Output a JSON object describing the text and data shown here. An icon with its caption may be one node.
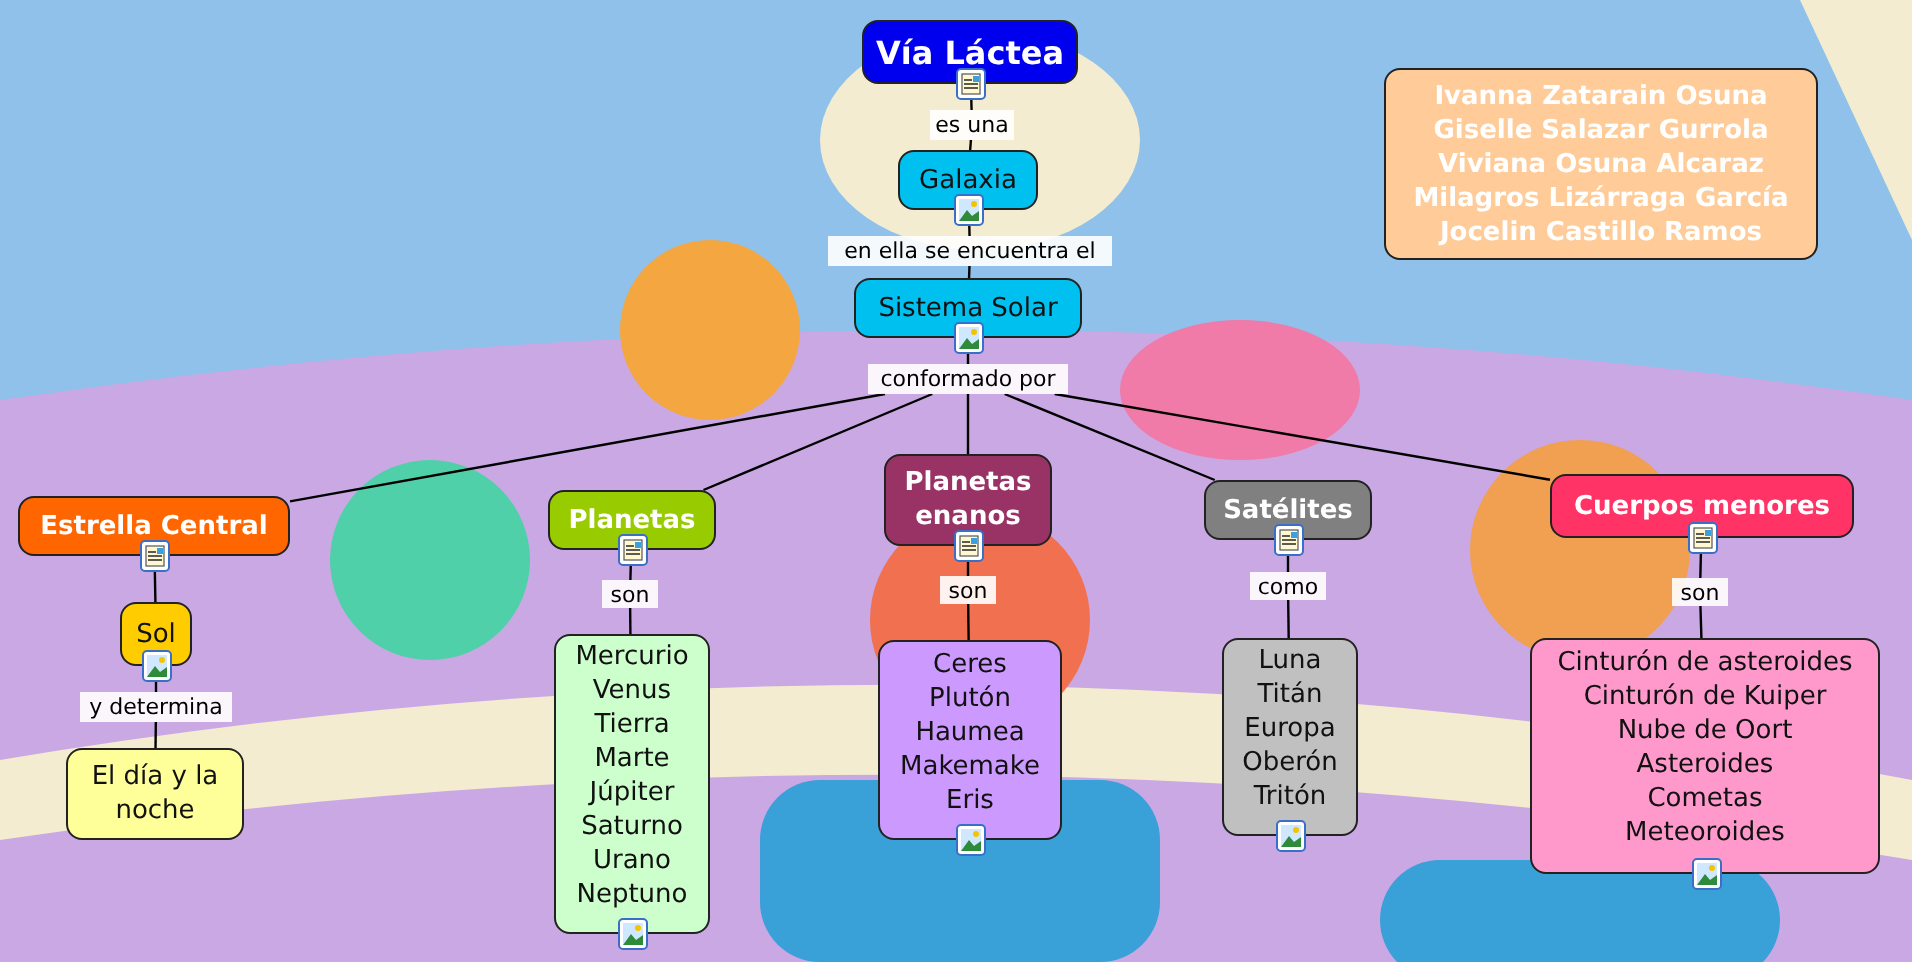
{
  "diagram": {
    "nodes": [
      {
        "text": [
          "Vía Láctea"
        ]
      },
      {
        "text": [
          "es una"
        ]
      },
      {
        "text": [
          "Galaxia"
        ]
      },
      {
        "text": [
          "en ella se encuentra el"
        ]
      },
      {
        "text": [
          "Sistema Solar"
        ]
      },
      {
        "text": [
          "conformado por"
        ]
      },
      {
        "text": [
          "Estrella Central"
        ]
      },
      {
        "text": [
          "Planetas"
        ]
      },
      {
        "text": [
          "Planetas enanos"
        ]
      },
      {
        "text": [
          "Satélites"
        ]
      },
      {
        "text": [
          "Cuerpos menores"
        ]
      },
      {
        "text": [
          "Sol"
        ]
      },
      {
        "text": [
          "y determina"
        ]
      },
      {
        "text": [
          "El día y la noche"
        ]
      },
      {
        "text": [
          "son"
        ]
      },
      {
        "text": [
          "Mercurio",
          "Venus",
          "Tierra",
          "Marte",
          "Júpiter",
          "Saturno",
          "Urano",
          "Neptuno"
        ]
      },
      {
        "text": [
          "son"
        ]
      },
      {
        "text": [
          "Ceres",
          "Plutón",
          "Haumea",
          "Makemake",
          "Eris"
        ]
      },
      {
        "text": [
          "como"
        ]
      },
      {
        "text": [
          "Luna",
          "Titán",
          "Europa",
          "Oberón",
          "Tritón"
        ]
      },
      {
        "text": [
          "son"
        ]
      },
      {
        "text": [
          "Cinturón de asteroides",
          "Cinturón de Kuiper",
          "Nube de Oort",
          "Asteroides",
          "Cometas",
          "Meteoroides"
        ]
      },
      {
        "text": [
          "Ivanna Zatarain Osuna",
          "Giselle Salazar Gurrola",
          "Viviana Osuna Alcaraz",
          "Milagros Lizárraga García",
          "Jocelin Castillo Ramos"
        ]
      }
    ],
    "edges": [
      {
        "from": 0,
        "to": 1,
        "arrow": "none"
      },
      {
        "from": 1,
        "to": 2,
        "arrow": "none"
      },
      {
        "from": 2,
        "to": 3,
        "arrow": "none"
      },
      {
        "from": 3,
        "to": 4,
        "arrow": "none"
      },
      {
        "from": 4,
        "to": 5,
        "arrow": "none"
      },
      {
        "from": 5,
        "to": 6,
        "arrow": "none"
      },
      {
        "from": 5,
        "to": 7,
        "arrow": "none"
      },
      {
        "from": 5,
        "to": 8,
        "arrow": "none"
      },
      {
        "from": 5,
        "to": 9,
        "arrow": "none"
      },
      {
        "from": 5,
        "to": 10,
        "arrow": "none"
      },
      {
        "from": 6,
        "to": 11,
        "arrow": "none"
      },
      {
        "from": 11,
        "to": 12,
        "arrow": "none"
      },
      {
        "from": 12,
        "to": 13,
        "arrow": "none"
      },
      {
        "from": 7,
        "to": 14,
        "arrow": "none"
      },
      {
        "from": 14,
        "to": 15,
        "arrow": "none"
      },
      {
        "from": 8,
        "to": 16,
        "arrow": "none"
      },
      {
        "from": 16,
        "to": 17,
        "arrow": "none"
      },
      {
        "from": 9,
        "to": 18,
        "arrow": "none"
      },
      {
        "from": 18,
        "to": 19,
        "arrow": "none"
      },
      {
        "from": 10,
        "to": 20,
        "arrow": "none"
      },
      {
        "from": 20,
        "to": 21,
        "arrow": "none"
      }
    ]
  }
}
